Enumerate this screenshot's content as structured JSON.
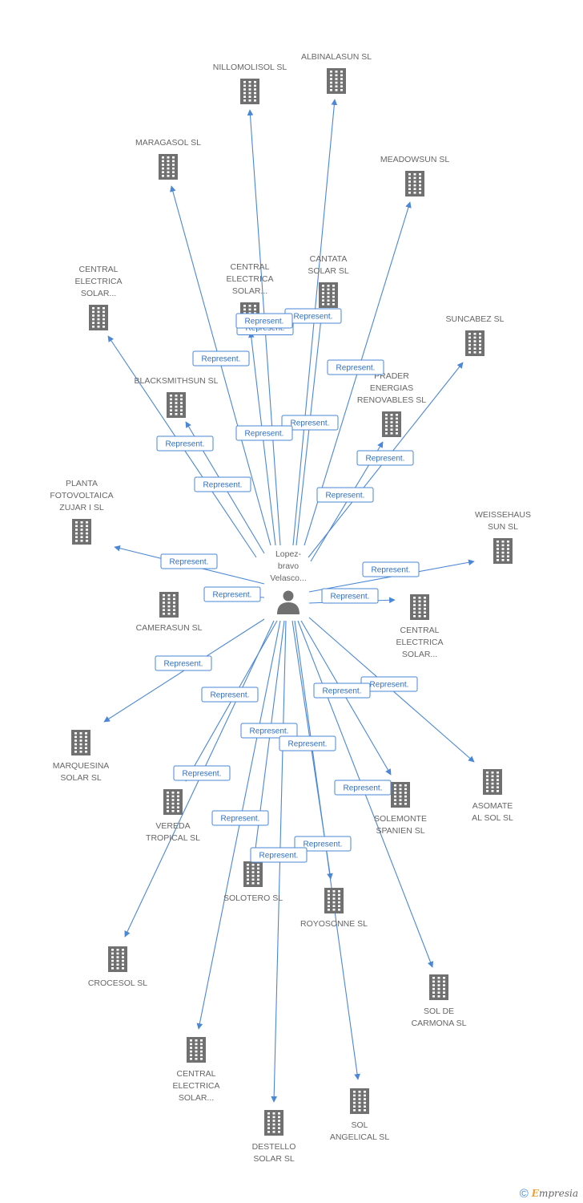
{
  "center": {
    "label": [
      "Lopez-",
      "bravo",
      "Velasco..."
    ]
  },
  "edge_label": "Represent.",
  "nodes": [
    {
      "id": "nillomolisol",
      "label": [
        "NILLOMOLISOL SL"
      ]
    },
    {
      "id": "albinalasun",
      "label": [
        "ALBINALASUN SL"
      ]
    },
    {
      "id": "maragasol",
      "label": [
        "MARAGASOL SL"
      ]
    },
    {
      "id": "meadowsun",
      "label": [
        "MEADOWSUN SL"
      ]
    },
    {
      "id": "central-electrica-1",
      "label": [
        "CENTRAL",
        "ELECTRICA",
        "SOLAR..."
      ]
    },
    {
      "id": "central-electrica-2",
      "label": [
        "CENTRAL",
        "ELECTRICA",
        "SOLAR..."
      ]
    },
    {
      "id": "cantata-solar",
      "label": [
        "CANTATA",
        "SOLAR SL"
      ]
    },
    {
      "id": "suncabez",
      "label": [
        "SUNCABEZ SL"
      ]
    },
    {
      "id": "blacksmithsun",
      "label": [
        "BLACKSMITHSUN SL"
      ]
    },
    {
      "id": "prader-energias",
      "label": [
        "PRADER",
        "ENERGIAS",
        "RENOVABLES SL"
      ]
    },
    {
      "id": "planta-fotovoltaica",
      "label": [
        "PLANTA",
        "FOTOVOLTAICA",
        "ZUJAR I SL"
      ]
    },
    {
      "id": "weissehaus-sun",
      "label": [
        "WEISSEHAUS",
        "SUN SL"
      ]
    },
    {
      "id": "camerasun",
      "label": [
        "CAMERASUN SL"
      ]
    },
    {
      "id": "central-electrica-3",
      "label": [
        "CENTRAL",
        "ELECTRICA",
        "SOLAR..."
      ]
    },
    {
      "id": "marquesina-solar",
      "label": [
        "MARQUESINA",
        "SOLAR SL"
      ]
    },
    {
      "id": "asomate-al-sol",
      "label": [
        "ASOMATE",
        "AL SOL SL"
      ]
    },
    {
      "id": "vereda-tropical",
      "label": [
        "VEREDA",
        "TROPICAL SL"
      ]
    },
    {
      "id": "solemonte-spanien",
      "label": [
        "SOLEMONTE",
        "SPANIEN SL"
      ]
    },
    {
      "id": "solotero",
      "label": [
        "SOLOTERO SL"
      ]
    },
    {
      "id": "royosonne",
      "label": [
        "ROYOSONNE SL"
      ]
    },
    {
      "id": "crocesol",
      "label": [
        "CROCESOL SL"
      ]
    },
    {
      "id": "sol-de-carmona",
      "label": [
        "SOL DE",
        "CARMONA SL"
      ]
    },
    {
      "id": "central-electrica-4",
      "label": [
        "CENTRAL",
        "ELECTRICA",
        "SOLAR..."
      ]
    },
    {
      "id": "sol-angelical",
      "label": [
        "SOL",
        "ANGELICAL SL"
      ]
    },
    {
      "id": "destello-solar",
      "label": [
        "DESTELLO",
        "SOLAR SL"
      ]
    }
  ],
  "footer": {
    "copyright_symbol": "©",
    "brand_initial": "E",
    "brand_rest": "mpresia"
  }
}
